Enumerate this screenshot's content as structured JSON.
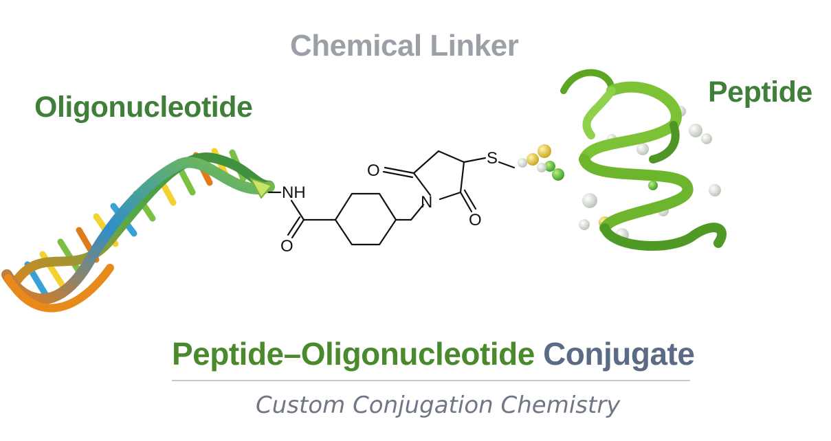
{
  "labels": {
    "top": "Chemical Linker",
    "left": "Oligonucleotide",
    "right": "Peptide",
    "title_part1": "Peptide–Oligonucleotide",
    "title_part2": "Conjugate",
    "subtitle": "Custom Conjugation Chemistry"
  },
  "chem": {
    "nh": "NH",
    "o1": "O",
    "n": "N",
    "o2": "O",
    "o3": "O",
    "s": "S"
  },
  "colors": {
    "gray_label": "#9aa0a6",
    "green_dark": "#3f7f3a",
    "green_title": "#4a8a2c",
    "slate": "#5c6b85",
    "divider": "#c8c8c8",
    "subtitle": "#6f7684"
  }
}
